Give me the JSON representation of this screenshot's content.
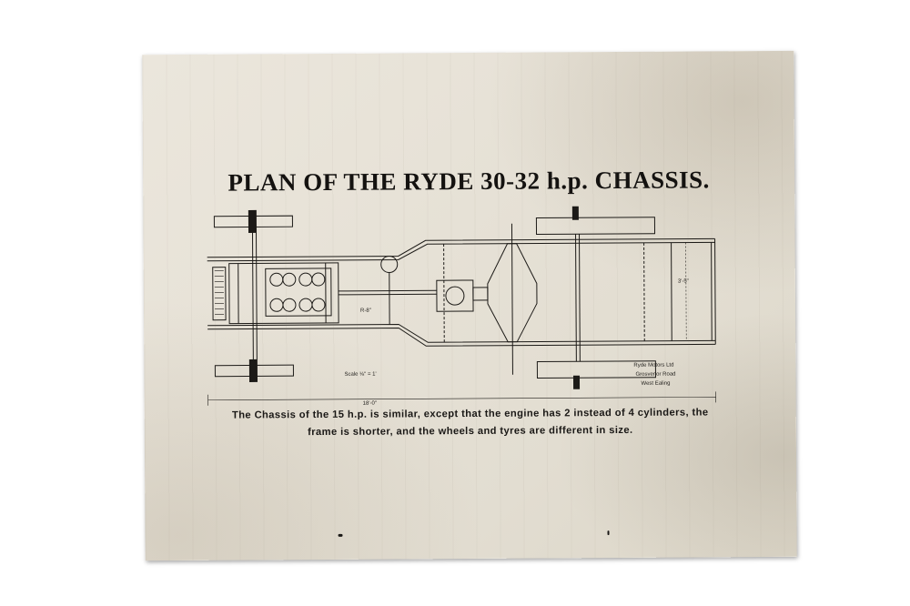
{
  "document": {
    "title": "PLAN OF THE RYDE 30-32 h.p. CHASSIS.",
    "caption_line1": "The Chassis of the 15 h.p. is similar, except that the engine has 2 instead of 4 cylinders, the",
    "caption_line2": "frame is shorter, and the wheels and tyres are different in size."
  },
  "drawing": {
    "dim_frame_width": "3'-5\"",
    "dim_wheelbase": "R-8\"",
    "dim_overall": "18'-0\"",
    "scale_label": "Scale ⅛\" = 1'",
    "maker_line1": "Ryde Motors Ltd",
    "maker_line2": "Grosvenor Road",
    "maker_line3": "West Ealing"
  }
}
